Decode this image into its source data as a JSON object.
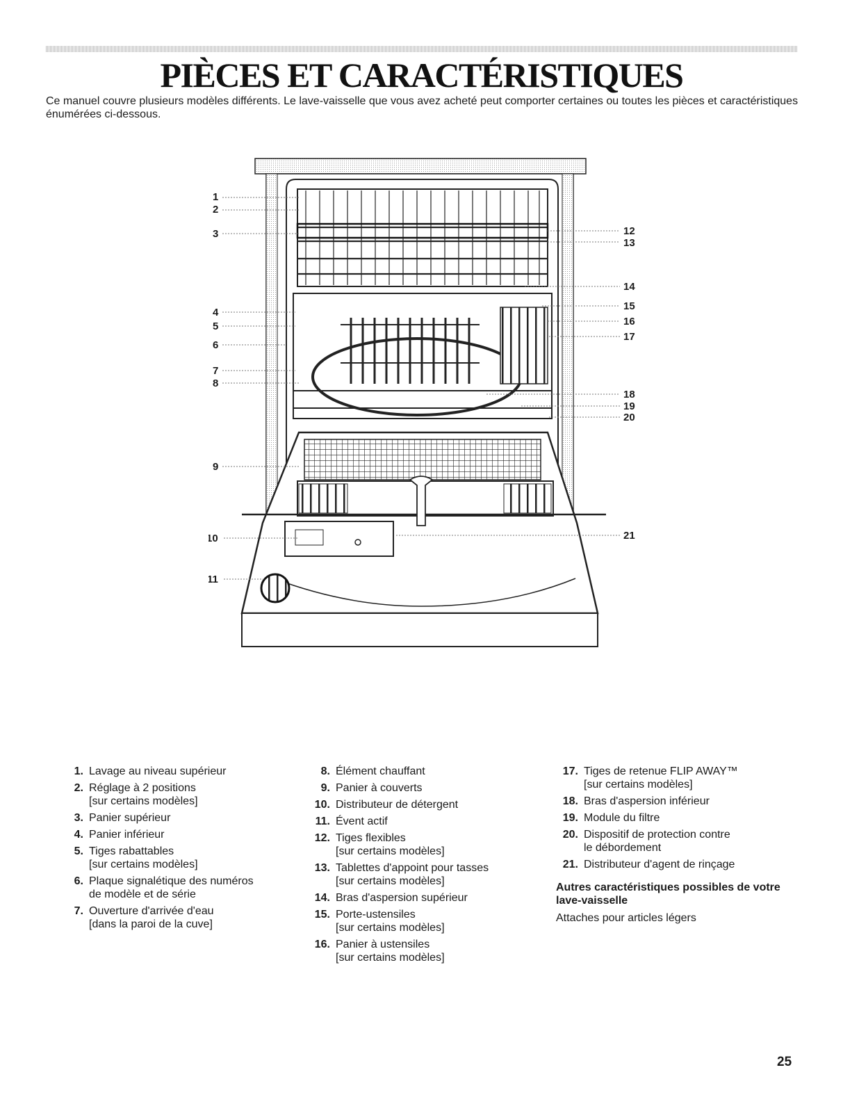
{
  "page": {
    "title": "PIÈCES ET CARACTÉRISTIQUES",
    "intro": "Ce manuel couvre plusieurs modèles différents. Le lave-vaisselle que vous avez acheté peut comporter certaines ou toutes les pièces et caractéristiques énumérées ci-dessous.",
    "page_number": "25"
  },
  "diagram": {
    "callouts": [
      "1",
      "2",
      "3",
      "4",
      "5",
      "6",
      "7",
      "8",
      "9",
      "10",
      "11",
      "12",
      "13",
      "14",
      "15",
      "16",
      "17",
      "18",
      "19",
      "20",
      "21"
    ]
  },
  "legend": {
    "col1": [
      {
        "num": "1.",
        "text": "Lavage au niveau supérieur",
        "note": ""
      },
      {
        "num": "2.",
        "text": "Réglage à 2 positions",
        "note": "[sur certains modèles]"
      },
      {
        "num": "3.",
        "text": "Panier supérieur",
        "note": ""
      },
      {
        "num": "4.",
        "text": "Panier inférieur",
        "note": ""
      },
      {
        "num": "5.",
        "text": "Tiges rabattables",
        "note": "[sur certains modèles]"
      },
      {
        "num": "6.",
        "text": "Plaque signalétique des numéros",
        "note": "de modèle et de série"
      },
      {
        "num": "7.",
        "text": "Ouverture d'arrivée d'eau",
        "note": "[dans la paroi de la cuve]"
      }
    ],
    "col2": [
      {
        "num": "8.",
        "text": "Élément chauffant",
        "note": ""
      },
      {
        "num": "9.",
        "text": "Panier à couverts",
        "note": ""
      },
      {
        "num": "10.",
        "text": "Distributeur de détergent",
        "note": ""
      },
      {
        "num": "11.",
        "text": "Évent actif",
        "note": ""
      },
      {
        "num": "12.",
        "text": "Tiges flexibles",
        "note": "[sur certains modèles]"
      },
      {
        "num": "13.",
        "text": "Tablettes d'appoint pour tasses",
        "note": "[sur certains modèles]"
      },
      {
        "num": "14.",
        "text": "Bras d'aspersion supérieur",
        "note": ""
      },
      {
        "num": "15.",
        "text": "Porte-ustensiles",
        "note": "[sur certains modèles]"
      },
      {
        "num": "16.",
        "text": "Panier à ustensiles",
        "note": "[sur certains modèles]"
      }
    ],
    "col3": [
      {
        "num": "17.",
        "text": "Tiges de retenue FLIP AWAY™",
        "note": "[sur certains modèles]"
      },
      {
        "num": "18.",
        "text": "Bras d'aspersion inférieur",
        "note": ""
      },
      {
        "num": "19.",
        "text": "Module du filtre",
        "note": ""
      },
      {
        "num": "20.",
        "text": "Dispositif de protection contre",
        "note": "le débordement"
      },
      {
        "num": "21.",
        "text": "Distributeur d'agent de rinçage",
        "note": ""
      }
    ],
    "other_heading": "Autres caractéristiques possibles de votre lave-vaisselle",
    "other_text": "Attaches pour articles légers"
  }
}
